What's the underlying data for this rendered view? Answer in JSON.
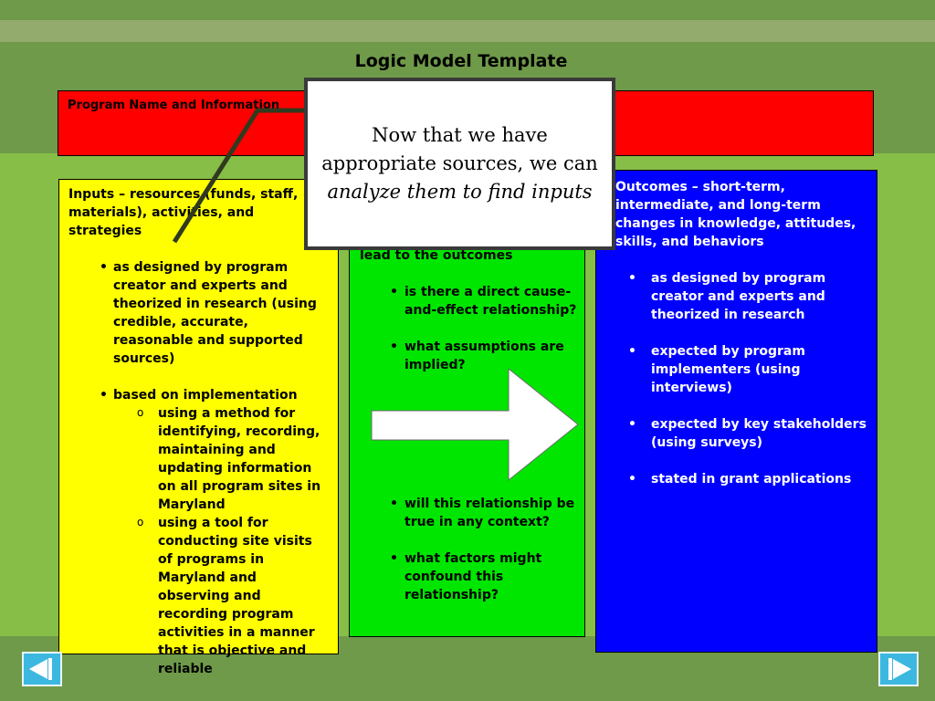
{
  "slide": {
    "title": "Logic Model Template",
    "program_label": "Program Name and Information"
  },
  "inputs_column": {
    "heading": "Inputs – resources (funds, staff, materials), activities, and strategies",
    "bullet1": "as designed by program creator and experts and theorized in research (using credible, accurate, reasonable and supported sources)",
    "bullet2": "based on implementation",
    "sub1": "using a method for identifying, recording, maintaining and updating information on all program sites in Maryland",
    "sub2": "using a tool for conducting site visits of programs in Maryland and observing and recording program activities in a manner that is objective and reliable"
  },
  "activities_column": {
    "partial_text": "lead to the outcomes",
    "q1": "is there a direct cause-and-effect relationship?",
    "q2": "what assumptions are implied?",
    "q3": "will this relationship be true in any context?",
    "q4": "what factors might confound this relationship?"
  },
  "outcomes_column": {
    "heading": "Outcomes – short-term, intermediate, and long-term changes in knowledge, attitudes, skills, and behaviors",
    "b1": "as designed by program creator and experts and theorized in research",
    "b2": "expected by program implementers (using interviews)",
    "b3": "expected by key stakeholders (using surveys)",
    "b4": "stated in grant applications"
  },
  "callout": {
    "text_plain": "Now that we have appropriate sources, we can",
    "text_italic": "analyze them to find inputs"
  },
  "colors": {
    "program_box": "#ff0000",
    "inputs": "#ffff00",
    "activities": "#00e600",
    "outcomes": "#0000ff"
  },
  "nav": {
    "prev_icon": "left-arrow-icon",
    "next_icon": "right-arrow-icon"
  }
}
